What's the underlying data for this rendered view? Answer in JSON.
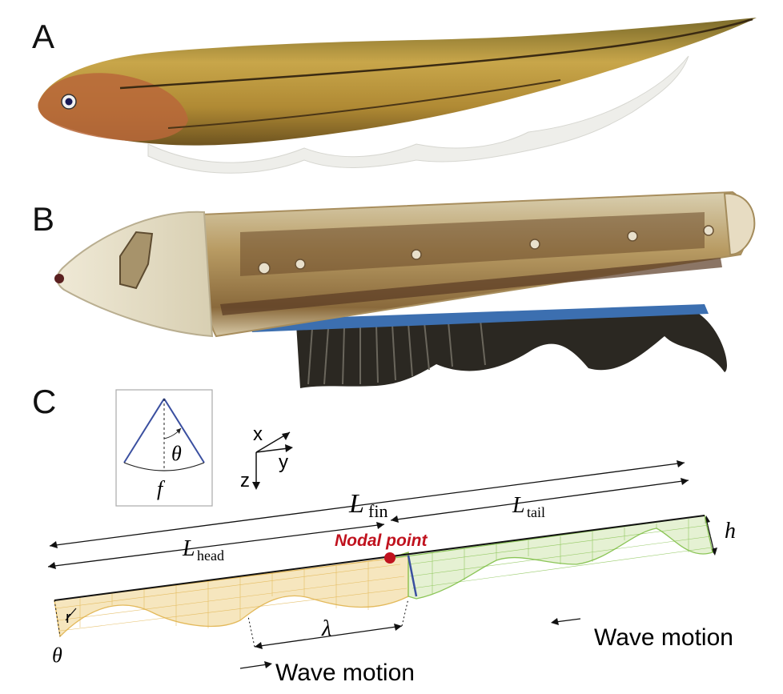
{
  "panels": {
    "a": {
      "letter": "A"
    },
    "b": {
      "letter": "B"
    },
    "c": {
      "letter": "C"
    }
  },
  "inset": {
    "theta": "θ",
    "f": "f"
  },
  "axes": {
    "x": "x",
    "y": "y",
    "z": "z"
  },
  "labels": {
    "l_fin_main": "L",
    "l_fin_sub": "fin",
    "l_tail_main": "L",
    "l_tail_sub": "tail",
    "l_head_main": "L",
    "l_head_sub": "head",
    "h": "h",
    "nodal_point": "Nodal point",
    "lambda": "λ",
    "r": "r",
    "theta": "θ",
    "wave_motion_left": "Wave motion",
    "wave_motion_right": "Wave motion"
  },
  "colors": {
    "nodal": "#c0121e",
    "fin_head": "#e0b24a",
    "fin_tail": "#7fbf45",
    "divider": "#3a4fa0"
  }
}
